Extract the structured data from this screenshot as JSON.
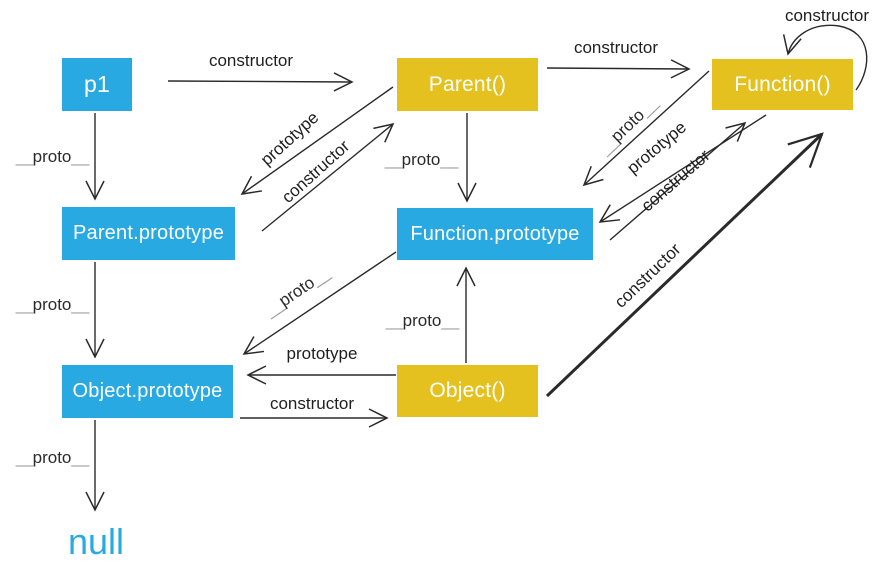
{
  "diagram": {
    "colors": {
      "node_blue": "#29a9e1",
      "node_yellow": "#e4c11f",
      "node_text": "#ffffff",
      "line": "#2a2a2a",
      "label_text": "#1f1f1f",
      "underscore_gray": "#9a9a9a",
      "null_text": "#29a9e1"
    },
    "nodes": {
      "p1": {
        "label": "p1"
      },
      "parent_fn": {
        "label": "Parent()"
      },
      "function_fn": {
        "label": "Function()"
      },
      "parent_prototype": {
        "label": "Parent.prototype"
      },
      "function_prototype": {
        "label": "Function.prototype"
      },
      "object_prototype": {
        "label": "Object.prototype"
      },
      "object_fn": {
        "label": "Object()"
      },
      "null_terminal": {
        "label": "null"
      }
    },
    "proto_label_parts": {
      "pre": "__",
      "core": "proto",
      "post": "__"
    },
    "edge_labels": {
      "p1_to_parent": "constructor",
      "parent_to_function": "constructor",
      "function_self_loop": "constructor",
      "parent_to_parent_prototype": "prototype",
      "parent_prototype_to_parent": "constructor",
      "function_to_function_prototype": "prototype",
      "function_prototype_to_function": "constructor",
      "object_to_object_prototype": "prototype",
      "object_prototype_to_object": "constructor",
      "object_to_function": "constructor"
    }
  }
}
